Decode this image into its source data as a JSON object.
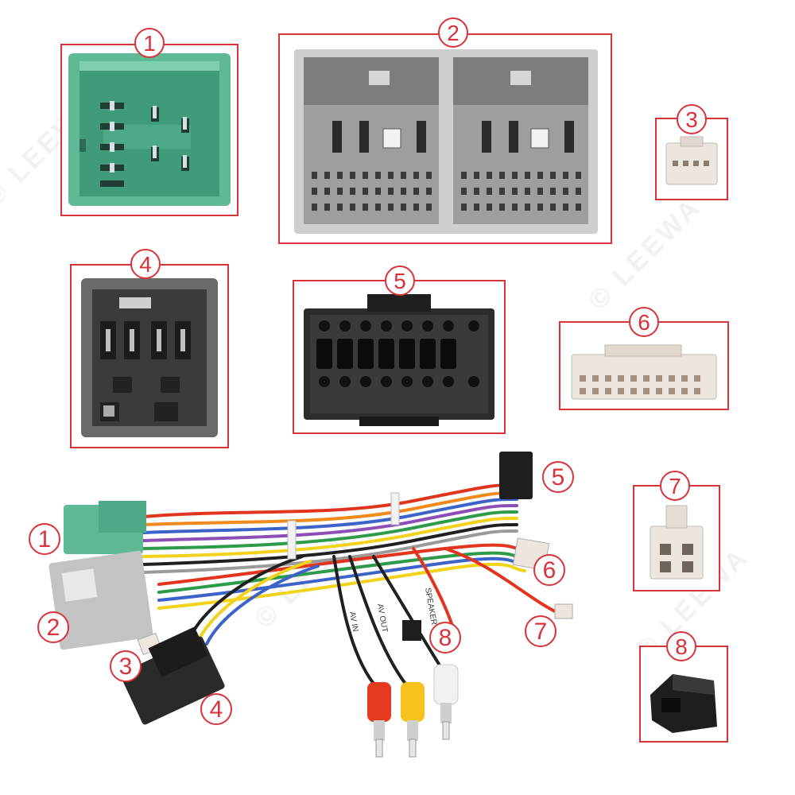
{
  "watermark": "© LEEWA",
  "numbers": [
    "1",
    "2",
    "3",
    "4",
    "5",
    "6",
    "7",
    "8"
  ],
  "cable_labels": {
    "speaker": "SPEAKER",
    "av_out": "AV OUT",
    "av_in": "AV IN"
  },
  "colors": {
    "callout_red": "#d9323a",
    "green_connector": "#5fb995",
    "grey_connector": "#c9c9c9",
    "dark_connector": "#5a5a5a",
    "black_connector": "#2a2a2a",
    "white_connector": "#ece6df"
  }
}
